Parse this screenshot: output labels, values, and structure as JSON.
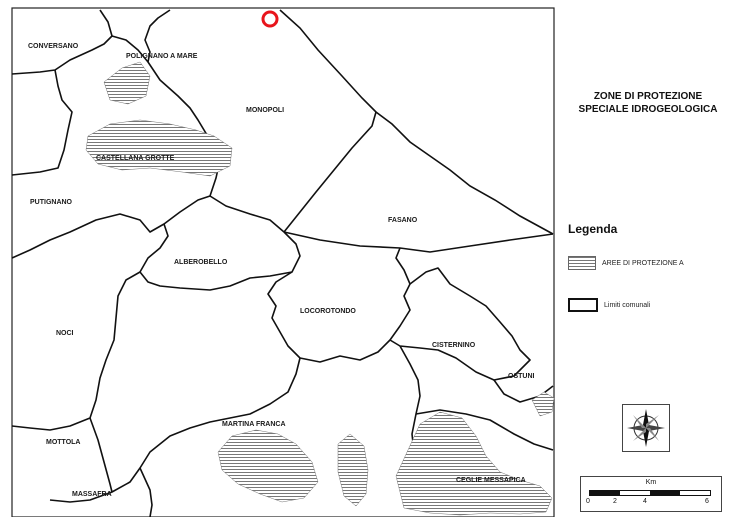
{
  "title_lines": [
    "ZONE DI PROTEZIONE",
    "SPECIALE IDROGEOLOGICA"
  ],
  "legend": {
    "title": "Legenda",
    "hatch_label": "AREE DI PROTEZIONE A",
    "border_label": "Limiti comunali"
  },
  "municipalities": {
    "conversano": "CONVERSANO",
    "polignano": "POLIGNANO A MARE",
    "monopoli": "MONOPOLI",
    "castellana": "CASTELLANA GROTTE",
    "putignano": "PUTIGNANO",
    "fasano": "FASANO",
    "alberobello": "ALBEROBELLO",
    "locorotondo": "LOCOROTONDO",
    "noci": "NOCI",
    "cisternino": "CISTERNINO",
    "ostuni": "OSTUNI",
    "martina": "MARTINA FRANCA",
    "mottola": "MOTTOLA",
    "massafra": "MASSAFRA",
    "ceglie": "CEGLIE MESSAPICA"
  },
  "scale": {
    "unit": "Km",
    "ticks": [
      "0",
      "2",
      "4",
      "6"
    ]
  },
  "colors": {
    "marker": "#e8141b",
    "boundary": "#111111",
    "hatch": "#555555"
  },
  "icons": {
    "compass": "compass-rose-icon",
    "marker": "location-ring-icon"
  }
}
